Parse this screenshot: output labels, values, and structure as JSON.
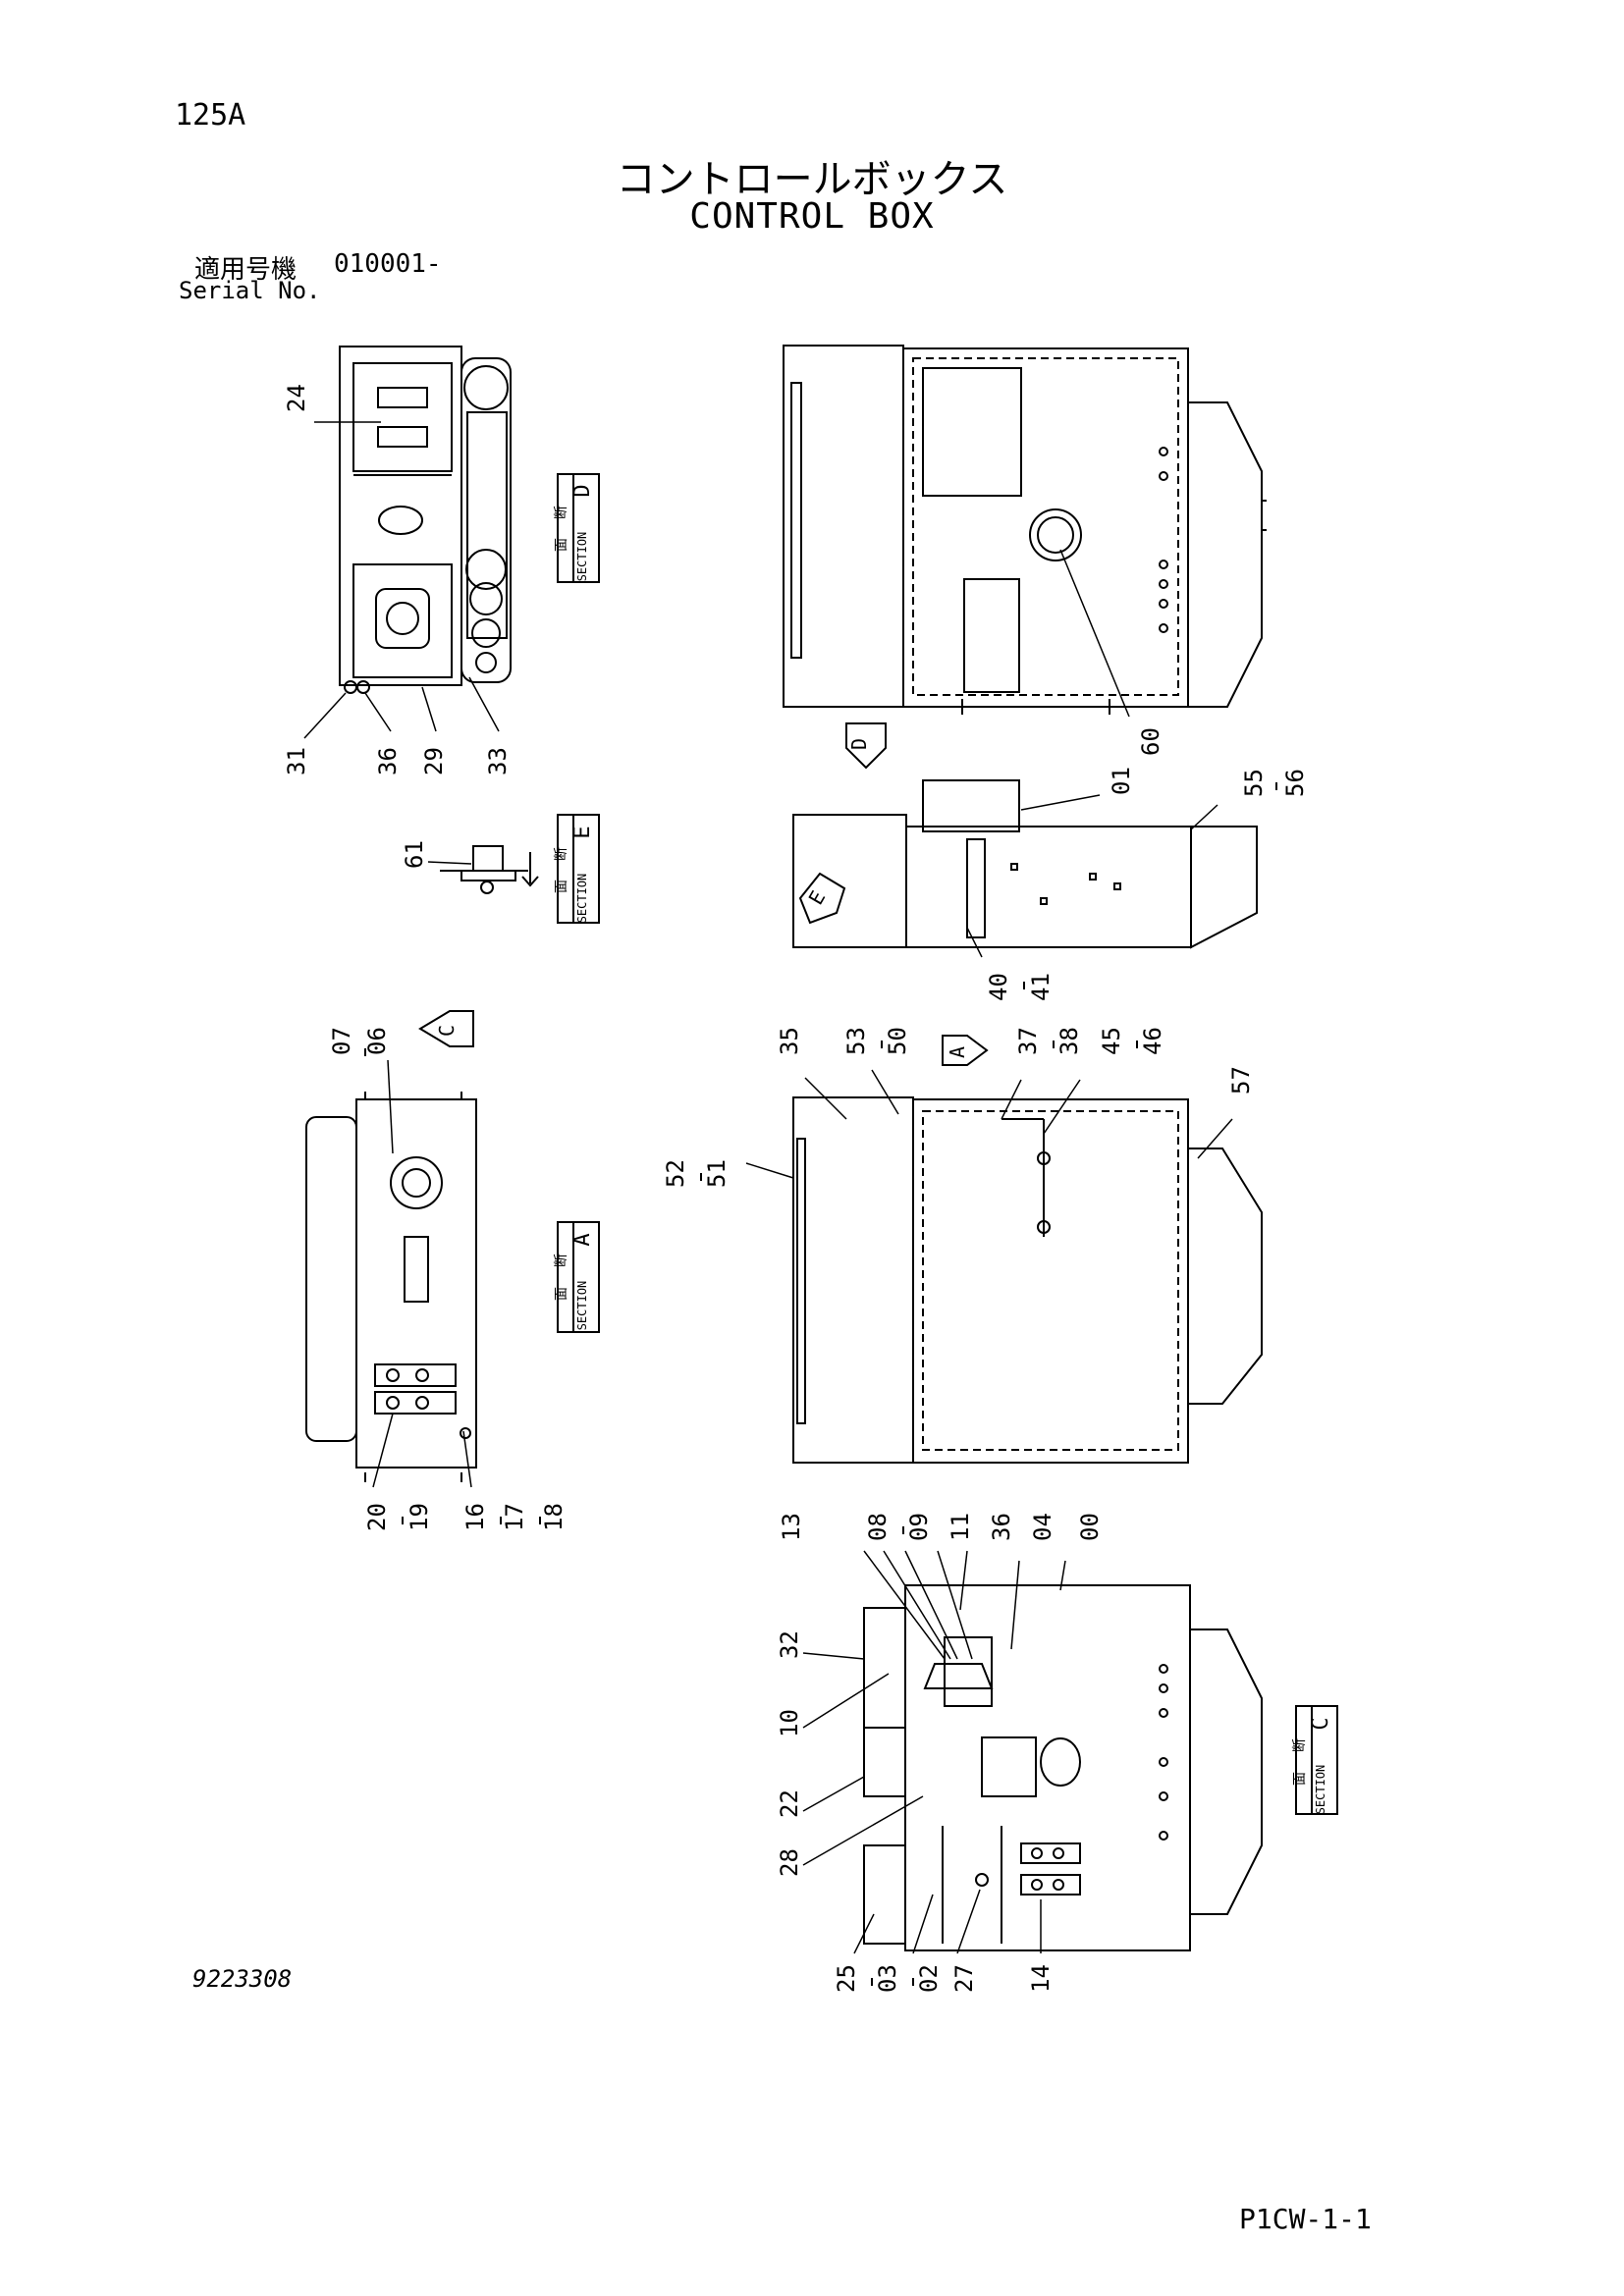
{
  "header": {
    "page_number": "125A",
    "title_jp": "コントロールボックス",
    "title_en": "CONTROL BOX",
    "serial_label_jp": "適用号機",
    "serial_value": "010001-",
    "serial_label_en": "Serial No."
  },
  "footer": {
    "drawing_number": "9223308",
    "page_code": "P1CW-1-1"
  },
  "sections": {
    "kanji_1": "断",
    "kanji_2": "面",
    "word": "SECTION",
    "d": "D",
    "e": "E",
    "a": "A",
    "c": "C"
  },
  "view_markers": {
    "c": "C",
    "d": "D",
    "e": "E",
    "a": "A"
  },
  "part_labels": {
    "p24": "24",
    "p31": "31",
    "p36a": "36",
    "p29": "29",
    "p33": "33",
    "p61": "61",
    "p07": "07",
    "p06": "06",
    "p20": "20",
    "p19": "19",
    "p16": "16",
    "p17": "17",
    "p18": "18",
    "p60": "60",
    "p01": "01",
    "p55": "55",
    "p56": "56",
    "p40": "40",
    "p41": "41",
    "p35": "35",
    "p53": "53",
    "p50": "50",
    "p37": "37",
    "p38": "38",
    "p45": "45",
    "p46": "46",
    "p57": "57",
    "p52": "52",
    "p51": "51",
    "p13": "13",
    "p08": "08",
    "p09": "09",
    "p11": "11",
    "p36b": "36",
    "p04": "04",
    "p00": "00",
    "p32": "32",
    "p10": "10",
    "p22": "22",
    "p28": "28",
    "p25": "25",
    "p03": "03",
    "p02": "02",
    "p27": "27",
    "p14": "14"
  }
}
